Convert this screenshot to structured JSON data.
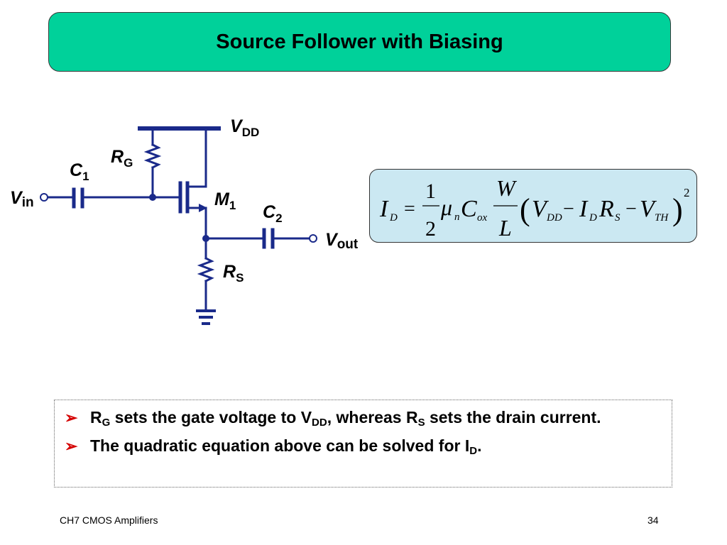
{
  "slide": {
    "title": "Source Follower with Biasing"
  },
  "circuit": {
    "vdd_main": "V",
    "vdd_sub": "DD",
    "rg_main": "R",
    "rg_sub": "G",
    "c1_main": "C",
    "c1_sub": "1",
    "vin_main": "V",
    "vin_sub": "in",
    "m1_main": "M",
    "m1_sub": "1",
    "c2_main": "C",
    "c2_sub": "2",
    "vout_main": "V",
    "vout_sub": "out",
    "rs_main": "R",
    "rs_sub": "S",
    "wire_color": "#1a2a8a"
  },
  "formula": {
    "id_main": "I",
    "id_sub": "D",
    "equals": "=",
    "frac1_num": "1",
    "frac1_den": "2",
    "mu": "μ",
    "mu_sub": "n",
    "c_main": "C",
    "c_sub": "ox",
    "frac2_num": "W",
    "frac2_den": "L",
    "lparen": "(",
    "rparen": ")",
    "vdd_main": "V",
    "vdd_sub": "DD",
    "minus1": "−",
    "i2_main": "I",
    "i2_sub": "D",
    "r_main": "R",
    "r_sub": "S",
    "minus2": "−",
    "vth_main": "V",
    "vth_sub": "TH",
    "exponent": "2"
  },
  "bullets": {
    "marker": "➢",
    "b1": {
      "rg_main": "R",
      "rg_sub": "G",
      "t1": " sets the gate voltage to V",
      "vdd_sub": "DD",
      "t2": ", whereas R",
      "rs_sub": "S",
      "t3": " sets the drain current."
    },
    "b2": {
      "t1": "The quadratic equation above can be solved for I",
      "id_sub": "D",
      "t2": "."
    }
  },
  "footer": {
    "left": "CH7 CMOS Amplifiers",
    "page_number": "34"
  }
}
